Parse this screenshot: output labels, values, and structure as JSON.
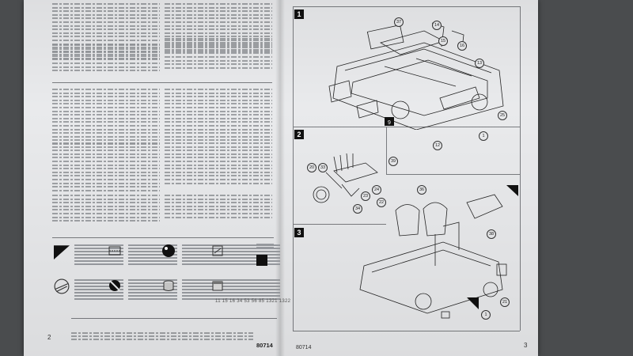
{
  "pages": {
    "left_page_number": "2",
    "right_page_number": "3",
    "left_footer_code": "80714",
    "right_footer_code": "80714"
  },
  "paint_numbers": "11 15 16 34 53 56 85 1321 1322",
  "steps": [
    {
      "number": "1",
      "callouts": [
        "37",
        "14",
        "15",
        "16",
        "13",
        "9",
        "25",
        "12",
        "1"
      ]
    },
    {
      "number": "2",
      "callouts": [
        "20",
        "33",
        "39",
        "22",
        "23",
        "34",
        "24"
      ]
    },
    {
      "number": "3",
      "callouts": [
        "36",
        "38",
        "21",
        "1"
      ]
    }
  ],
  "icons": {
    "step_marker": "black-square",
    "legend_symbols": [
      "black-triangle-icon",
      "cut-icon",
      "paint-dot-icon",
      "glue-icon",
      "black-square-icon",
      "decal-icon",
      "paint-brush-icon",
      "paint-pot-icon"
    ]
  }
}
